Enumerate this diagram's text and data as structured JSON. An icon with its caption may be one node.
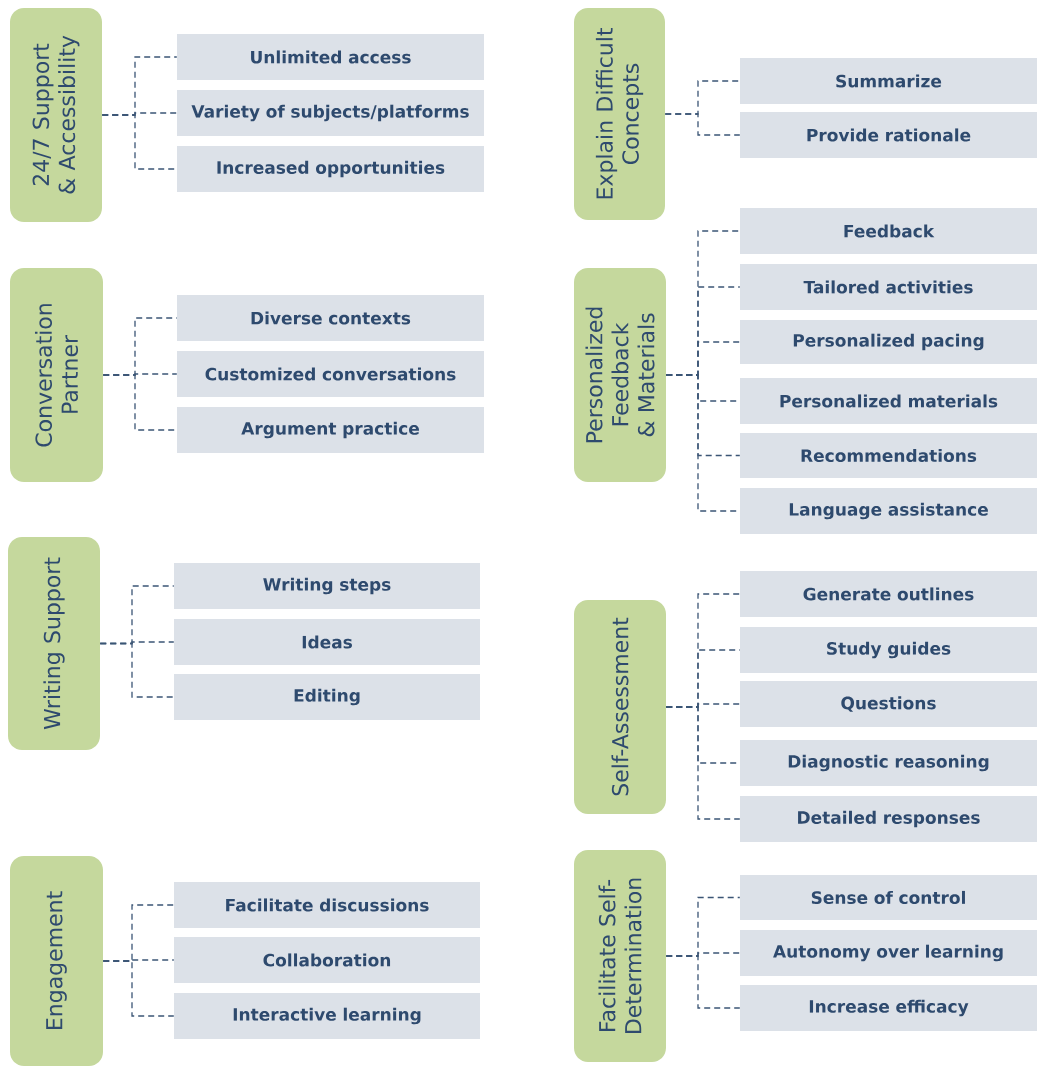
{
  "diagram": {
    "nodes": [
      {
        "text": [
          "24/7 Support & Accessibility"
        ]
      },
      {
        "text": [
          "Unlimited access"
        ]
      },
      {
        "text": [
          "Variety of subjects/platforms"
        ]
      },
      {
        "text": [
          "Increased opportunities"
        ]
      },
      {
        "text": [
          "Explain Difficult Concepts"
        ]
      },
      {
        "text": [
          "Summarize"
        ]
      },
      {
        "text": [
          "Provide rationale"
        ]
      },
      {
        "text": [
          "Conversation Partner"
        ]
      },
      {
        "text": [
          "Diverse contexts"
        ]
      },
      {
        "text": [
          "Customized conversations"
        ]
      },
      {
        "text": [
          "Argument practice"
        ]
      },
      {
        "text": [
          "Personalized Feedback & Materials"
        ]
      },
      {
        "text": [
          "Feedback"
        ]
      },
      {
        "text": [
          "Tailored activities"
        ]
      },
      {
        "text": [
          "Personalized pacing"
        ]
      },
      {
        "text": [
          "Personalized materials"
        ]
      },
      {
        "text": [
          "Recommendations"
        ]
      },
      {
        "text": [
          "Language assistance"
        ]
      },
      {
        "text": [
          "Writing Support"
        ]
      },
      {
        "text": [
          "Writing steps"
        ]
      },
      {
        "text": [
          "Ideas"
        ]
      },
      {
        "text": [
          "Editing"
        ]
      },
      {
        "text": [
          "Self-Assessment"
        ]
      },
      {
        "text": [
          "Generate outlines"
        ]
      },
      {
        "text": [
          "Study guides"
        ]
      },
      {
        "text": [
          "Questions"
        ]
      },
      {
        "text": [
          "Diagnostic reasoning"
        ]
      },
      {
        "text": [
          "Detailed responses"
        ]
      },
      {
        "text": [
          "Engagement"
        ]
      },
      {
        "text": [
          "Facilitate discussions"
        ]
      },
      {
        "text": [
          "Collaboration"
        ]
      },
      {
        "text": [
          "Interactive learning"
        ]
      },
      {
        "text": [
          "Facilitate Self-Determination"
        ]
      },
      {
        "text": [
          "Sense of control"
        ]
      },
      {
        "text": [
          "Autonomy over learning"
        ]
      },
      {
        "text": [
          "Increase efficacy"
        ]
      }
    ],
    "edges": [
      {
        "from": 0,
        "to": 1,
        "arrow": "none",
        "style": "dashed"
      },
      {
        "from": 0,
        "to": 2,
        "arrow": "none",
        "style": "dashed"
      },
      {
        "from": 0,
        "to": 3,
        "arrow": "none",
        "style": "dashed"
      },
      {
        "from": 4,
        "to": 5,
        "arrow": "none",
        "style": "dashed"
      },
      {
        "from": 4,
        "to": 6,
        "arrow": "none",
        "style": "dashed"
      },
      {
        "from": 7,
        "to": 8,
        "arrow": "none",
        "style": "dashed"
      },
      {
        "from": 7,
        "to": 9,
        "arrow": "none",
        "style": "dashed"
      },
      {
        "from": 7,
        "to": 10,
        "arrow": "none",
        "style": "dashed"
      },
      {
        "from": 11,
        "to": 12,
        "arrow": "none",
        "style": "dashed"
      },
      {
        "from": 11,
        "to": 13,
        "arrow": "none",
        "style": "dashed"
      },
      {
        "from": 11,
        "to": 14,
        "arrow": "none",
        "style": "dashed"
      },
      {
        "from": 11,
        "to": 15,
        "arrow": "none",
        "style": "dashed"
      },
      {
        "from": 11,
        "to": 16,
        "arrow": "none",
        "style": "dashed"
      },
      {
        "from": 11,
        "to": 17,
        "arrow": "none",
        "style": "dashed"
      },
      {
        "from": 18,
        "to": 19,
        "arrow": "none",
        "style": "dashed"
      },
      {
        "from": 18,
        "to": 20,
        "arrow": "none",
        "style": "dashed"
      },
      {
        "from": 18,
        "to": 21,
        "arrow": "none",
        "style": "dashed"
      },
      {
        "from": 22,
        "to": 23,
        "arrow": "none",
        "style": "dashed"
      },
      {
        "from": 22,
        "to": 24,
        "arrow": "none",
        "style": "dashed"
      },
      {
        "from": 22,
        "to": 25,
        "arrow": "none",
        "style": "dashed"
      },
      {
        "from": 22,
        "to": 26,
        "arrow": "none",
        "style": "dashed"
      },
      {
        "from": 22,
        "to": 27,
        "arrow": "none",
        "style": "dashed"
      },
      {
        "from": 28,
        "to": 29,
        "arrow": "none",
        "style": "dashed"
      },
      {
        "from": 28,
        "to": 30,
        "arrow": "none",
        "style": "dashed"
      },
      {
        "from": 28,
        "to": 31,
        "arrow": "none",
        "style": "dashed"
      },
      {
        "from": 32,
        "to": 33,
        "arrow": "none",
        "style": "dashed"
      },
      {
        "from": 32,
        "to": 34,
        "arrow": "none",
        "style": "dashed"
      },
      {
        "from": 32,
        "to": 35,
        "arrow": "none",
        "style": "dashed"
      }
    ]
  }
}
